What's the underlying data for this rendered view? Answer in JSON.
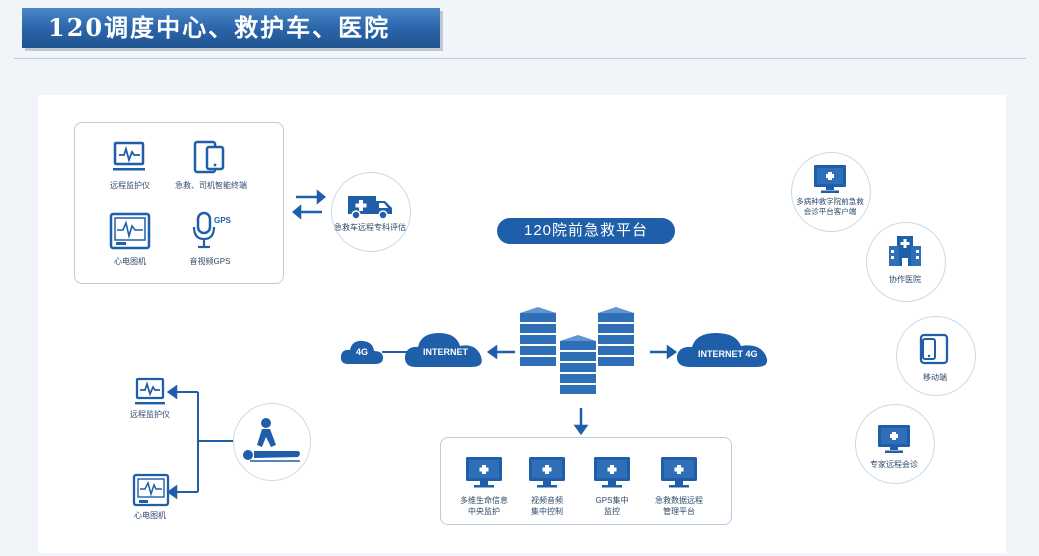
{
  "title": "120调度中心、救护车、医院",
  "platform_label": "120院前急救平台",
  "top_left_devices": [
    "远程监护仪",
    "急救、司机智能终端",
    "心电图机",
    "音视频GPS"
  ],
  "ambulance_label": "急救车远程专科评估",
  "clouds": {
    "left_small": "4G",
    "left_large": "INTERNET",
    "right": "INTERNET 4G"
  },
  "left_devices": [
    "远程监护仪",
    "心电图机"
  ],
  "bottom_systems": [
    {
      "line1": "多维生命信息",
      "line2": "中央监护"
    },
    {
      "line1": "视频音频",
      "line2": "集中控制"
    },
    {
      "line1": "GPS集中",
      "line2": "监控"
    },
    {
      "line1": "急救数据远程",
      "line2": "管理平台"
    }
  ],
  "right_nodes": [
    {
      "line1": "多病种救字院前急救",
      "line2": "会诊平台客户端"
    },
    {
      "line1": "协作医院",
      "line2": ""
    },
    {
      "line1": "移动端",
      "line2": ""
    },
    {
      "line1": "专家远程会诊",
      "line2": ""
    }
  ],
  "icon_names": [
    "monitor-icon",
    "tablet-icon",
    "ecg-icon",
    "microphone-gps-icon",
    "ambulance-icon",
    "server-icon",
    "cloud-icon",
    "cpr-icon",
    "hospital-icon",
    "mobile-icon"
  ],
  "colors": {
    "primary": "#1f5ea8",
    "border": "#b9cde0",
    "text": "#2b4a6b"
  }
}
